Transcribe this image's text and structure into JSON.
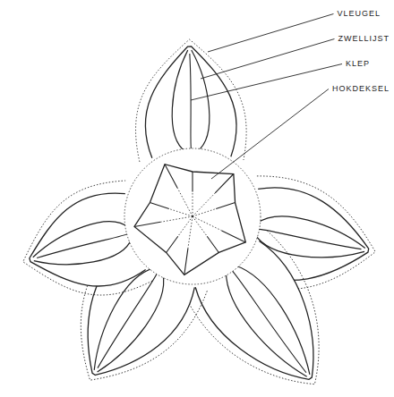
{
  "diagram": {
    "labels": [
      "VLEUGEL",
      "ZWELLIJST",
      "KLEP",
      "HOKDEKSEL"
    ]
  }
}
